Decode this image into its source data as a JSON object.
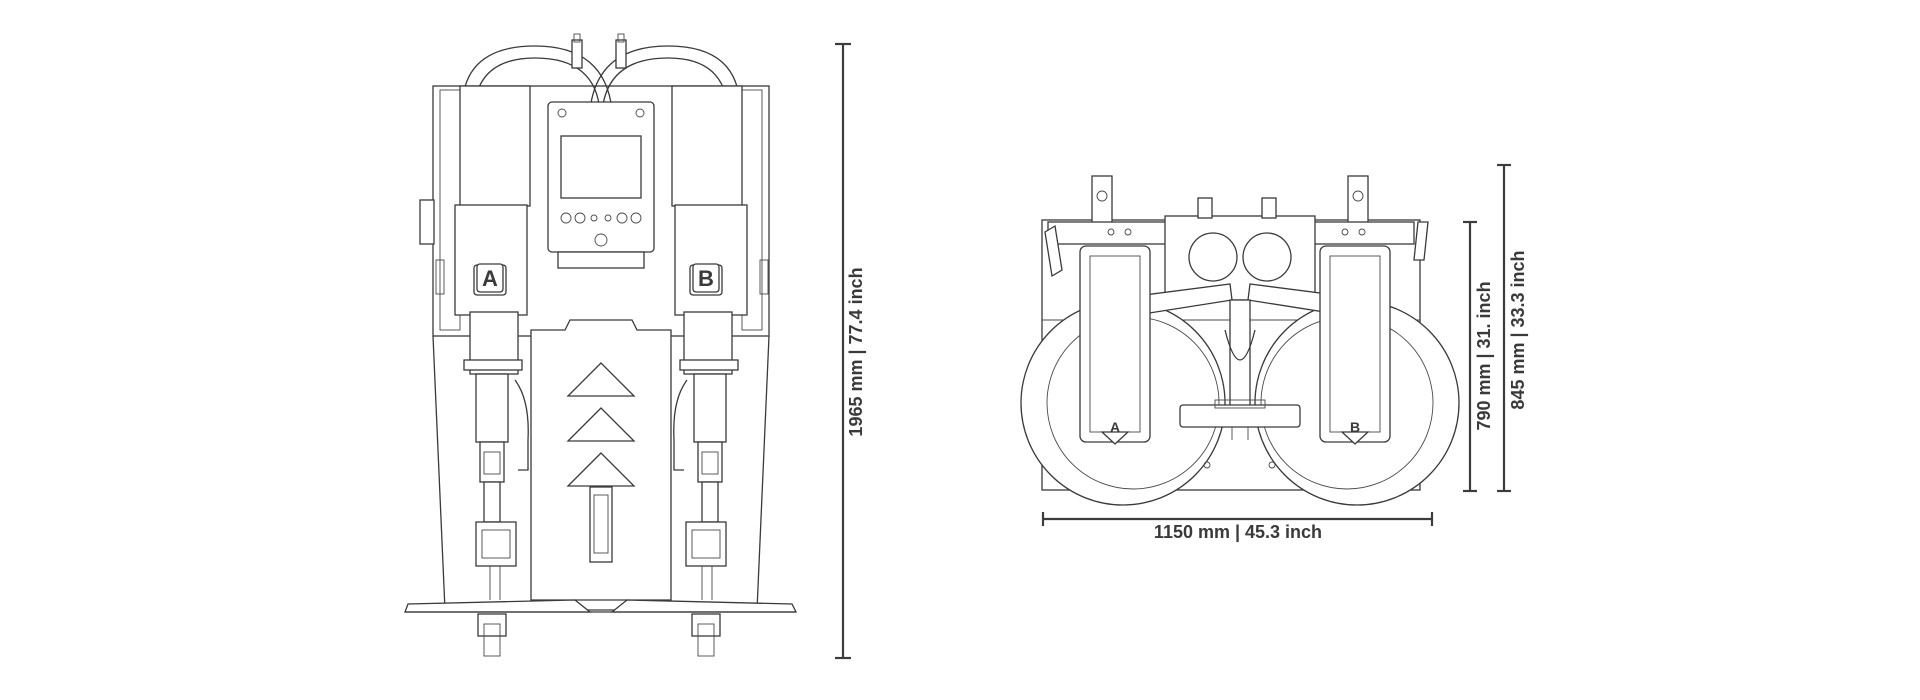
{
  "front_view": {
    "label_a": "A",
    "label_b": "B",
    "height_dimension": "1965 mm | 77.4 inch"
  },
  "top_view": {
    "label_a": "A",
    "label_b": "B",
    "width_dimension": "1150 mm | 45.3 inch",
    "depth_dimension_inner": "790 mm | 31. inch",
    "depth_dimension_outer": "845 mm | 33.3 inch"
  }
}
